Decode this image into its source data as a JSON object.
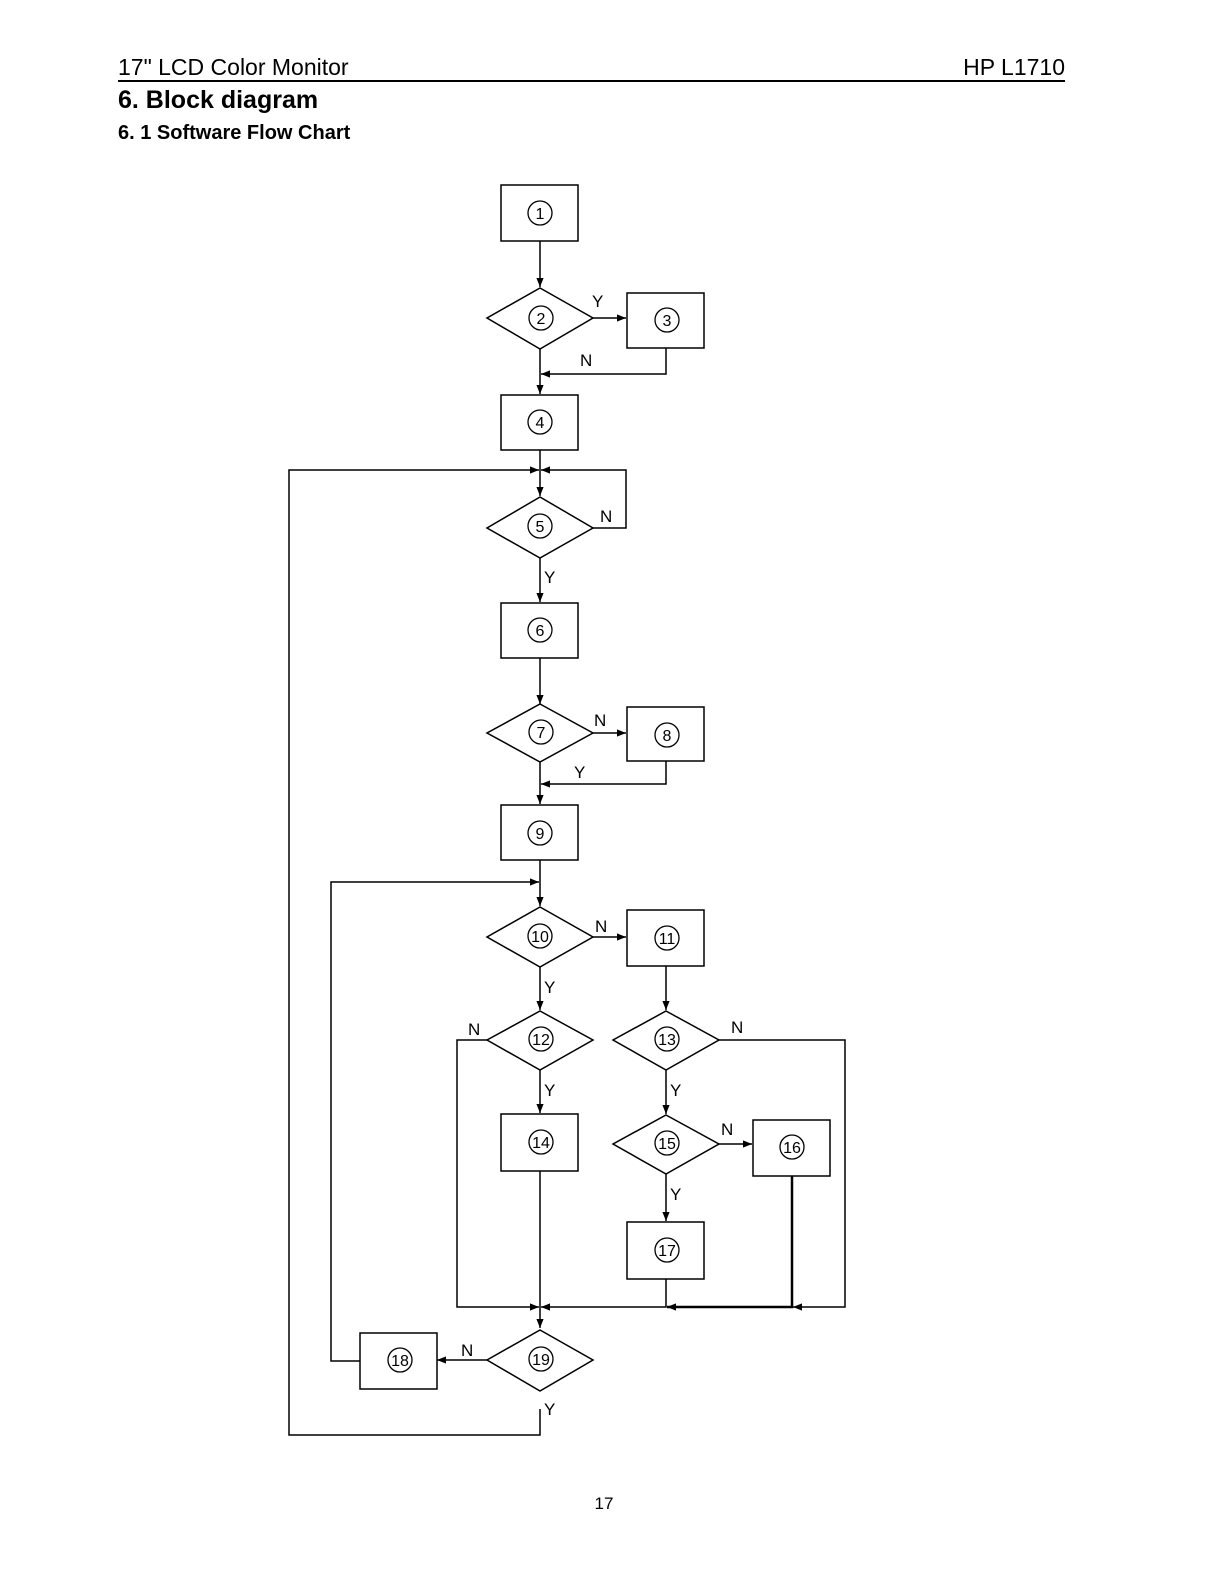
{
  "header": {
    "left": "17\" LCD Color Monitor",
    "right": "HP L1710"
  },
  "section_title": "6. Block diagram",
  "subsection_title": "6. 1 Software Flow Chart",
  "page_number": "17",
  "nodes": {
    "n1": "1",
    "n2": "2",
    "n3": "3",
    "n4": "4",
    "n5": "5",
    "n6": "6",
    "n7": "7",
    "n8": "8",
    "n9": "9",
    "n10": "10",
    "n11": "11",
    "n12": "12",
    "n13": "13",
    "n14": "14",
    "n15": "15",
    "n16": "16",
    "n17": "17",
    "n18": "18",
    "n19": "19"
  },
  "labels": {
    "yes": "Y",
    "no": "N"
  }
}
